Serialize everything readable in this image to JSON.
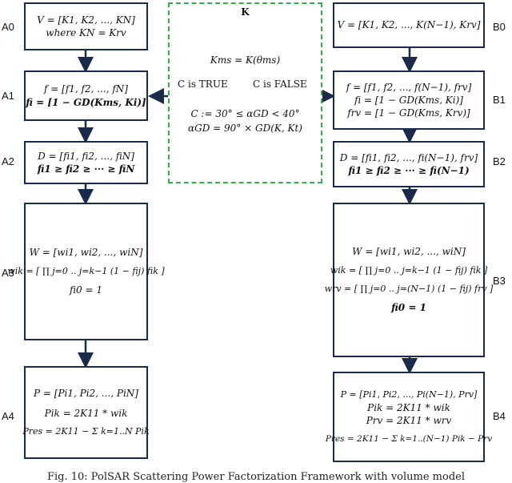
{
  "labels": {
    "a0": "A0",
    "a1": "A1",
    "a2": "A2",
    "a3": "A3",
    "a4": "A4",
    "b0": "B0",
    "b1": "B1",
    "b2": "B2",
    "b3": "B3",
    "b4": "B4"
  },
  "left": {
    "a0": [
      "V = [K1, K2, ..., KN]",
      "where KN = Krv"
    ],
    "a1": [
      "f = [f1, f2, ..., fN]",
      "fi = [1 − GD(Kms, Ki)]"
    ],
    "a2": [
      "D = [fi1, fi2, ..., fiN]",
      "fi1 ≥ fi2 ≥ ··· ≥ fiN"
    ],
    "a3": [
      "W = [wi1, wi2, ..., wiN]",
      "wik = [ ∏ j=0 .. j=k−1 (1 − fij) fik ]",
      "fi0 = 1"
    ],
    "a4": [
      "P = [Pi1, Pi2, ..., PiN]",
      "Pik = 2K11 * wik",
      "Pres = 2K11 − Σ k=1..N Pik"
    ]
  },
  "right": {
    "b0": [
      "V = [K1, K2, ..., K(N−1), Krv]"
    ],
    "b1": [
      "f = [f1, f2, ..., f(N−1), frv]",
      "fi = [1 − GD(Kms, Ki)]",
      "frv = [1 − GD(Kms, Krv)]"
    ],
    "b2": [
      "D = [fi1, fi2, ..., fi(N−1), frv]",
      "fi1 ≥ fi2 ≥ ··· ≥ fi(N−1)"
    ],
    "b3": [
      "W = [wi1, wi2, ..., wiN]",
      "wik = [ ∏ j=0 .. j=k−1 (1 − fij) fik ]",
      "wrv = [ ∏ j=0 .. j=(N−1) (1 − fij) frv ]",
      "fi0 = 1"
    ],
    "b4": [
      "P = [Pi1, Pi2, ..., Pi(N−1), Prv]",
      "Pik = 2K11 * wik",
      "Prv = 2K11 * wrv",
      "Pres = 2K11 − Σ k=1..(N−1) Pik − Prv"
    ]
  },
  "center": {
    "top": "K",
    "kms": "Kms = K(θms)",
    "true_label": "C is TRUE",
    "false_label": "C is FALSE",
    "cond": "C := 30° ≤ αGD < 40°",
    "alpha": "αGD = 90° × GD(K, Kt)"
  },
  "caption": "Fig. 10: PolSAR Scattering Power Factorization Framework with volume model",
  "colors": {
    "box_border": "#1a2a4a",
    "arrow": "#1a2a4a",
    "dashed": "#2db34a"
  }
}
